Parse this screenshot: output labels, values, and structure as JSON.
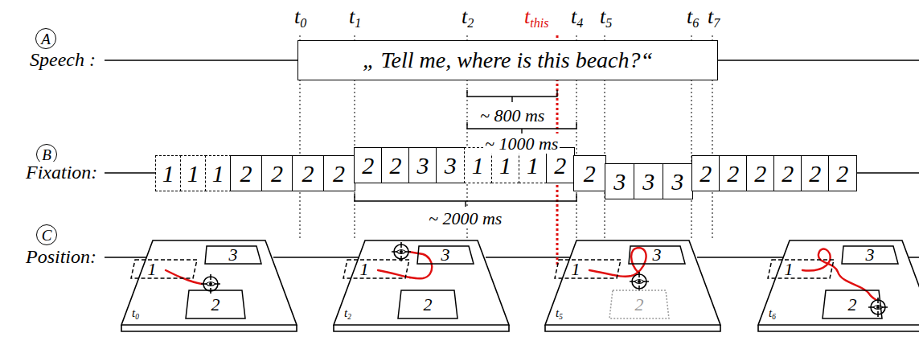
{
  "diagram": {
    "nodes": [
      {
        "text": [
          "A"
        ]
      },
      {
        "text": [
          "„ Tell me, where is this beach?“"
        ]
      },
      {
        "text": [
          "B"
        ]
      },
      {
        "text": [
          "1"
        ]
      },
      {
        "text": [
          "1"
        ]
      },
      {
        "text": [
          "1"
        ]
      },
      {
        "text": [
          "2"
        ]
      },
      {
        "text": [
          "2"
        ]
      },
      {
        "text": [
          "2"
        ]
      },
      {
        "text": [
          "2"
        ]
      },
      {
        "text": [
          "2"
        ]
      },
      {
        "text": [
          "2"
        ]
      },
      {
        "text": [
          "3"
        ]
      },
      {
        "text": [
          "3"
        ]
      },
      {
        "text": [
          "1"
        ]
      },
      {
        "text": [
          "1"
        ]
      },
      {
        "text": [
          "1"
        ]
      },
      {
        "text": [
          "2"
        ]
      },
      {
        "text": [
          "2"
        ]
      },
      {
        "text": [
          "3"
        ]
      },
      {
        "text": [
          "3"
        ]
      },
      {
        "text": [
          "3"
        ]
      },
      {
        "text": [
          "2"
        ]
      },
      {
        "text": [
          "2"
        ]
      },
      {
        "text": [
          "2"
        ]
      },
      {
        "text": [
          "2"
        ]
      },
      {
        "text": [
          "2"
        ]
      },
      {
        "text": [
          "2"
        ]
      },
      {
        "text": [
          "C"
        ]
      },
      {
        "text": [
          "t0"
        ]
      },
      {
        "text": [
          "1"
        ],
        "in": 29
      },
      {
        "text": [
          "3"
        ],
        "in": 29
      },
      {
        "text": [
          "2"
        ],
        "in": 29
      },
      {
        "text": [
          "t2"
        ]
      },
      {
        "text": [
          "1"
        ],
        "in": 33
      },
      {
        "text": [
          "3"
        ],
        "in": 33
      },
      {
        "text": [
          "2"
        ],
        "in": 33
      },
      {
        "text": [
          "t5"
        ]
      },
      {
        "text": [
          "1"
        ],
        "in": 37
      },
      {
        "text": [
          "3"
        ],
        "in": 37
      },
      {
        "text": [
          "2"
        ],
        "in": 37
      },
      {
        "text": [
          "t6"
        ]
      },
      {
        "text": [
          "1"
        ],
        "in": 41
      },
      {
        "text": [
          "3"
        ],
        "in": 41
      },
      {
        "text": [
          "2"
        ],
        "in": 41
      }
    ],
    "labels": [
      "Speech :",
      "Fixation:",
      "Position:",
      "t0",
      "t1",
      "t2",
      "tthis",
      "t4",
      "t5",
      "t6",
      "t7",
      "~ 800 ms",
      "~ 1000 ms",
      "~ 2000 ms"
    ]
  }
}
